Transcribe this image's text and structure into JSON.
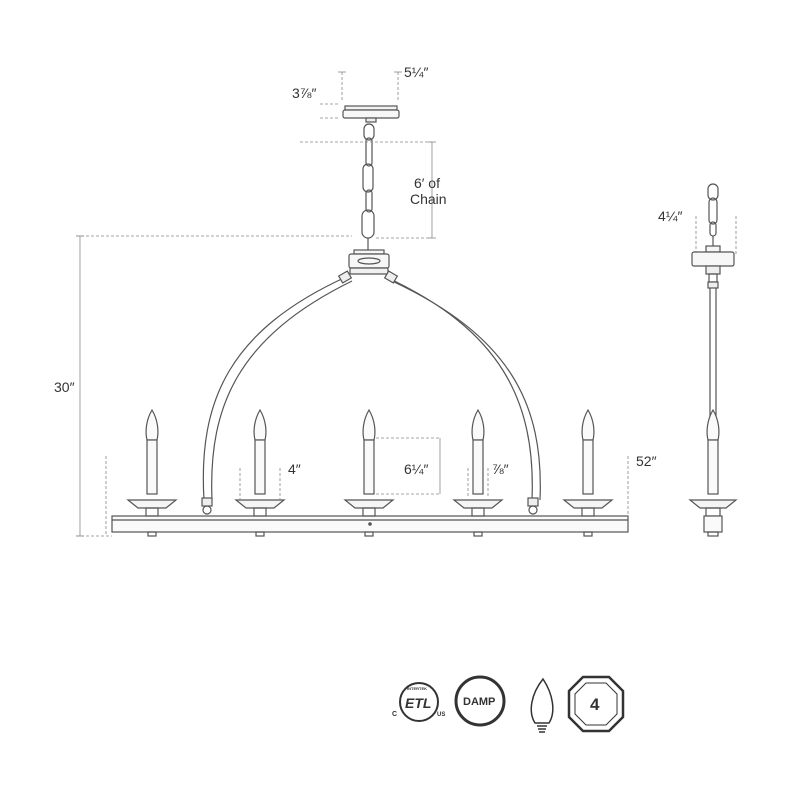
{
  "dimensions": {
    "canopy_height": "3⅞″",
    "canopy_width": "5¼″",
    "chain_length_line1": "6′ of",
    "chain_length_line2": "Chain",
    "overall_height": "30″",
    "overall_width": "52″",
    "candle_height": "6¼″",
    "bobeche_width": "4″",
    "candle_width": "⅞″",
    "side_depth": "4¼″"
  },
  "certifications": {
    "etl_mark": "ETL",
    "etl_intertek": "INTERTEK",
    "etl_c": "C",
    "etl_us": "US",
    "damp_rating": "DAMP",
    "bulb_count": "4"
  },
  "colors": {
    "line": "#555555",
    "dim_line": "#888888",
    "text": "#333333"
  }
}
